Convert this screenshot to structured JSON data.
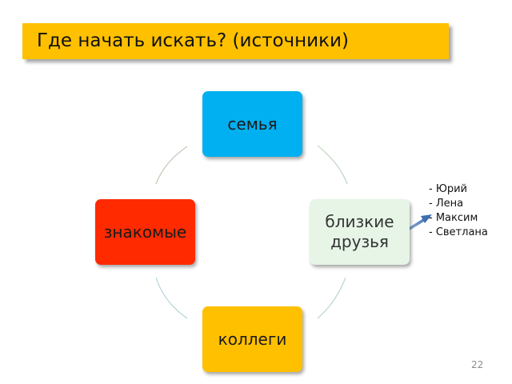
{
  "slide": {
    "title": "Где начать искать? (источники)",
    "page_number": "22"
  },
  "cycle": {
    "nodes": [
      {
        "label": "семья",
        "color": "#00b0f0"
      },
      {
        "label": "близкие друзья",
        "color": "#e6f5e6"
      },
      {
        "label": "коллеги",
        "color": "#ffc000"
      },
      {
        "label": "знакомые",
        "color": "#ff2a00"
      }
    ]
  },
  "friends_list": {
    "items": [
      "- Юрий",
      "- Лена",
      "- Максим",
      "- Светлана"
    ]
  },
  "colors": {
    "title_background": "#ffc000",
    "arrow": "#4f81bd",
    "connector": "#c5d9b0"
  }
}
